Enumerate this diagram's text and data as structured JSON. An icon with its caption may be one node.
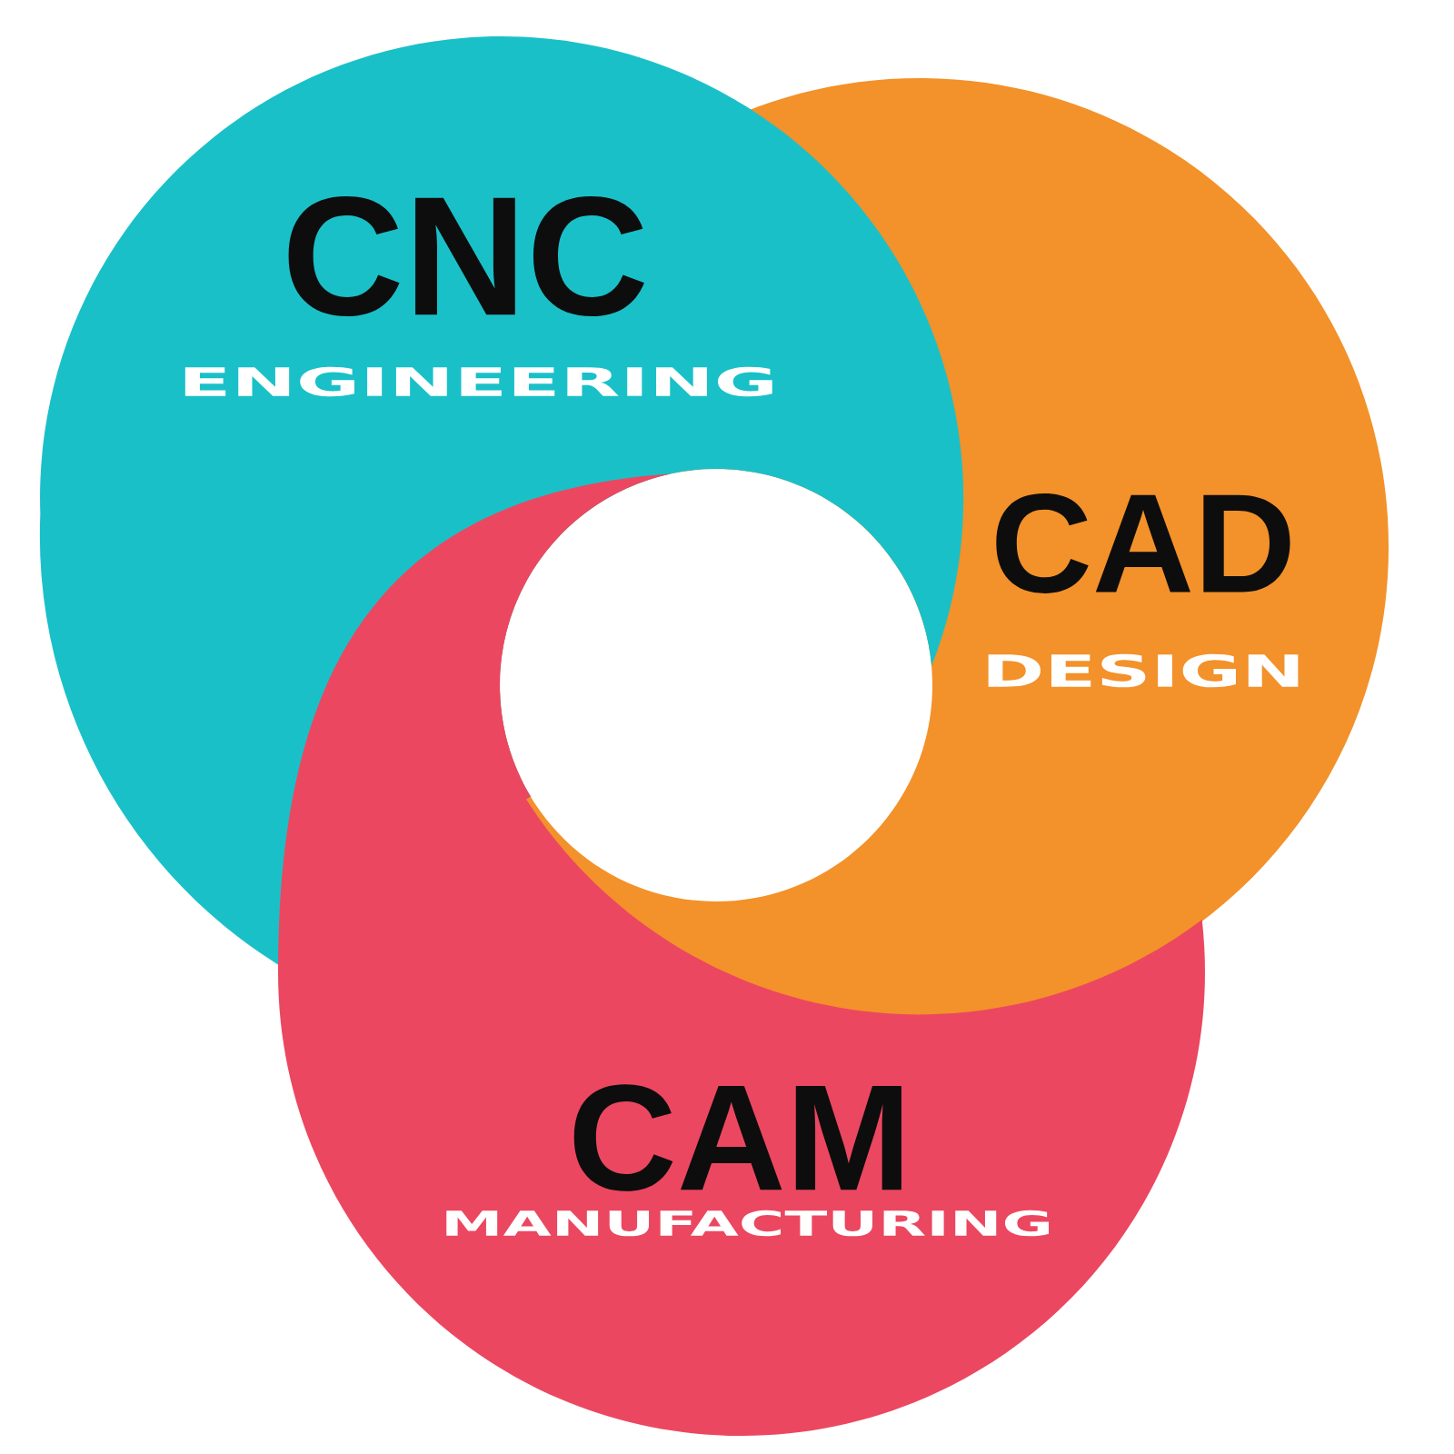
{
  "diagram": {
    "nodes": [
      {
        "text": [
          "CNC",
          "ENGINEERING"
        ]
      },
      {
        "text": [
          "CAD",
          "DESIGN"
        ]
      },
      {
        "text": [
          "CAM",
          "MANUFACTURING"
        ]
      }
    ]
  }
}
